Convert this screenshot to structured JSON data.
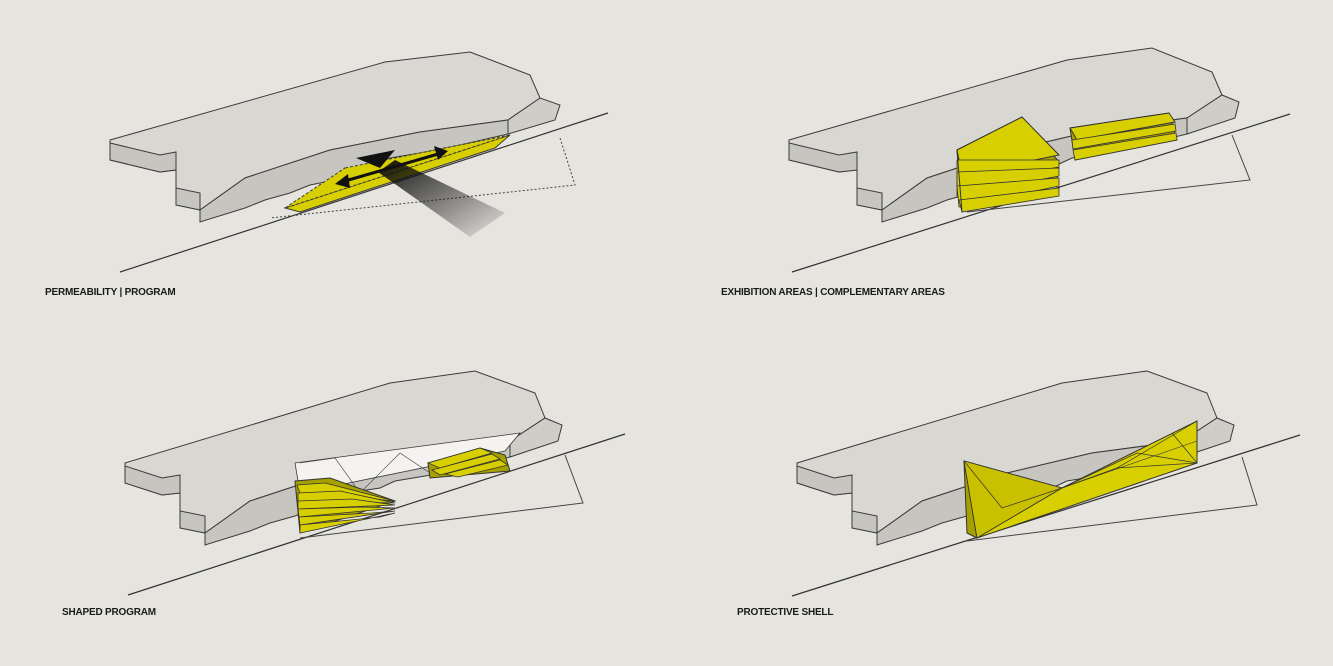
{
  "colors": {
    "background": "#e6e4df",
    "building_fill": "#d9d7d2",
    "building_side": "#c7c5c0",
    "outline": "#3a3a3a",
    "program_yellow": "#d8cf00",
    "program_yellow_dark": "#a69f00",
    "arrow": "#111111"
  },
  "panels": [
    {
      "caption": "PERMEABILITY | PROGRAM",
      "icon": "permeability-arrows-icon"
    },
    {
      "caption": "EXHIBITION AREAS | COMPLEMENTARY AREAS",
      "icon": "stacked-floors-icon"
    },
    {
      "caption": "SHAPED PROGRAM",
      "icon": "shaped-terraces-icon"
    },
    {
      "caption": "PROTECTIVE SHELL",
      "icon": "folded-shell-icon"
    }
  ]
}
